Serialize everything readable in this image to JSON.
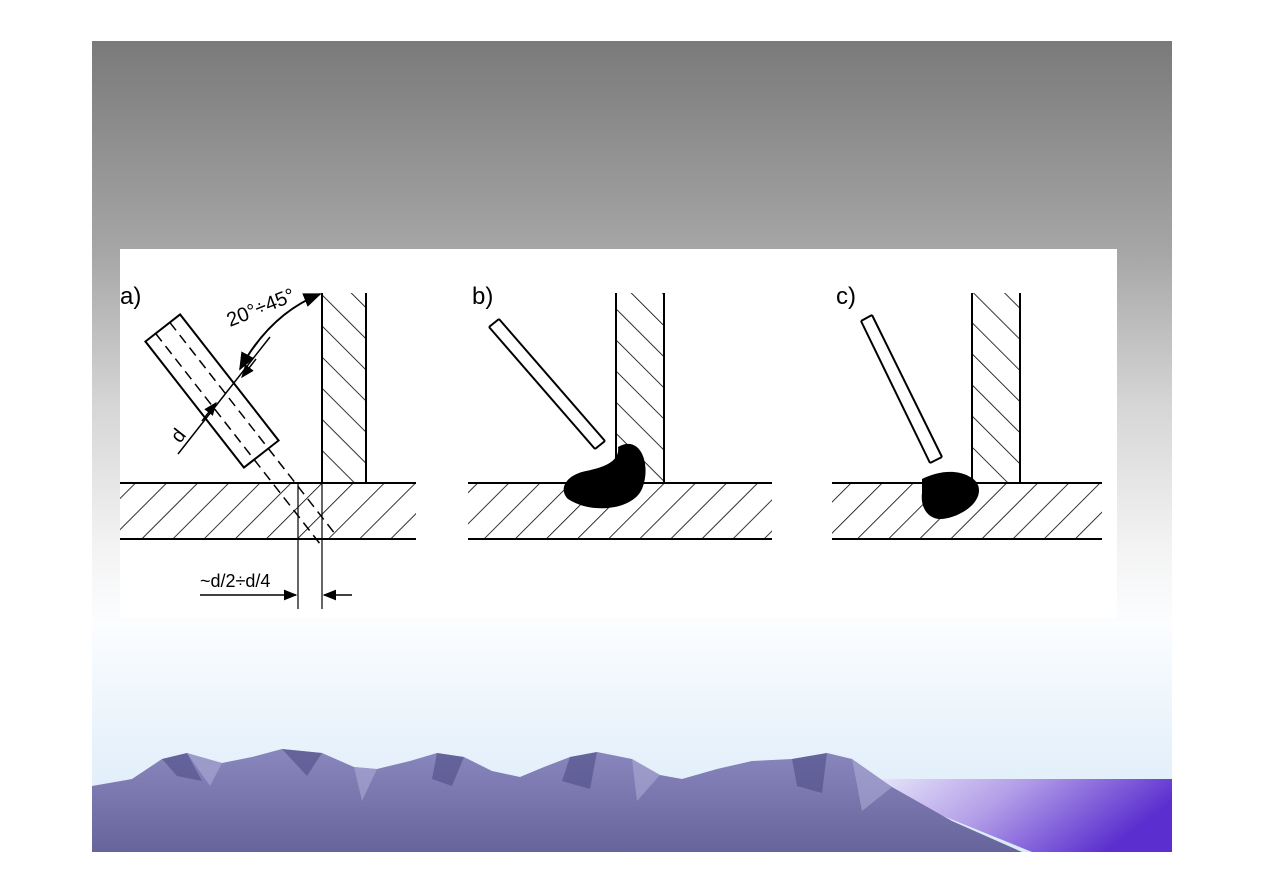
{
  "diagram": {
    "panels": [
      {
        "label": "a)"
      },
      {
        "label": "b)"
      },
      {
        "label": "c)"
      }
    ],
    "annotations": {
      "angle": "20°÷45°",
      "diameter": "d",
      "offset": "~d/2÷d/4"
    }
  },
  "colors": {
    "mountain_dark": "#6b6a9e",
    "mountain_light": "#9796c6",
    "accent_purple": "#5b2fcf"
  }
}
